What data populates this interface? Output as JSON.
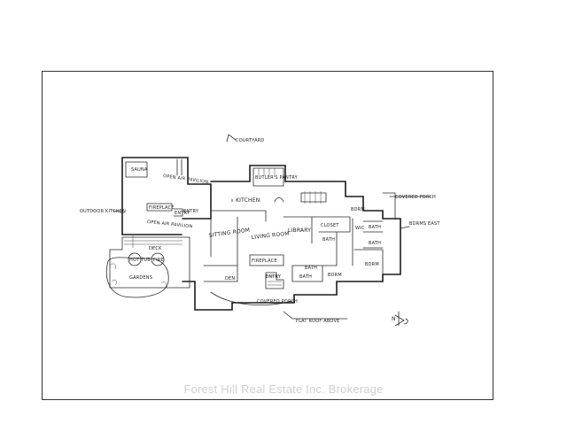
{
  "plan": {
    "labels": {
      "courtyard": "COURTYARD",
      "sauna": "SAUNA",
      "garage_pavilion": "OPEN AIR PAVILION",
      "fireplace": "FIREPLACE",
      "outdoor_kitchen": "OUTDOOR KITCHEN",
      "open_air_pavilion": "OPEN AIR PAVILION",
      "deck": "DECK",
      "hot_tub": "HOT TUB",
      "fire": "FIRE",
      "gardens": "GARDENS",
      "butlers_pantry": "BUTLER'S PANTRY",
      "kitchen": "KITCHEN",
      "entry_left": "ENTRY",
      "sitting_room": "SITTING ROOM",
      "living_room": "LIVING ROOM",
      "library": "LIBRARY",
      "closet": "CLOSET",
      "bdrm_top": "BDRM",
      "bath_top": "BATH",
      "bath_mid": "BATH",
      "bath_right": "BATH",
      "wic": "WIC",
      "fireplace_mid": "FIREPLACE",
      "den": "DEN",
      "entry_main": "ENTRY",
      "bath_lower": "BATH",
      "bath_lower2": "BATH",
      "bdrm_lower": "BDRM",
      "bdrm_right": "BDRM",
      "covered_porch_top": "COVERED PORCH",
      "covered_porch_bottom": "COVERED PORCH",
      "flat_roof_above": "FLAT ROOF ABOVE",
      "bdrms_east": "BDRMS EAST",
      "north": "N"
    }
  },
  "watermark": "Forest Hill Real Estate Inc. Brokerage"
}
